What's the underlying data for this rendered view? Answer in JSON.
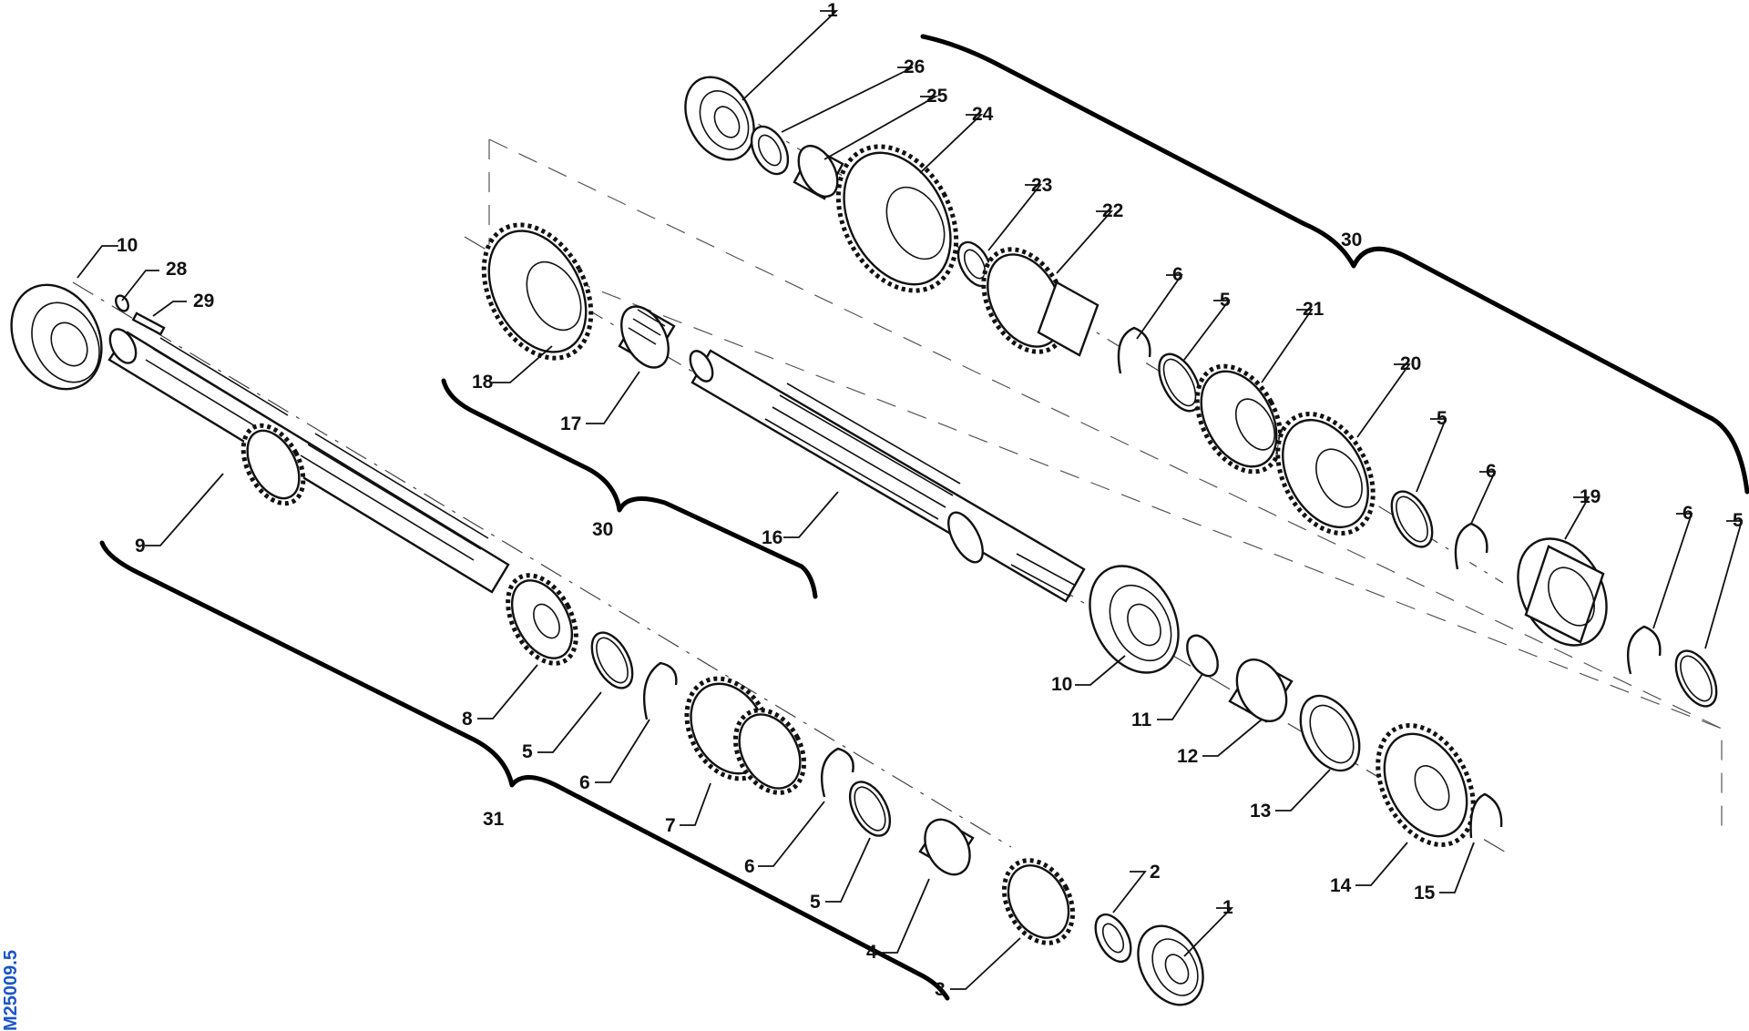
{
  "drawing_code": "M25009.5",
  "colors": {
    "line": "#111111",
    "code_text": "#1a55c7",
    "background": "#ffffff"
  },
  "callouts": {
    "c1a": "1",
    "c1b": "1",
    "c2": "2",
    "c3": "3",
    "c4": "4",
    "c5a": "5",
    "c5b": "5",
    "c5c": "5",
    "c5d": "5",
    "c5e": "5",
    "c6a": "6",
    "c6b": "6",
    "c6c": "6",
    "c6d": "6",
    "c6e": "6",
    "c7": "7",
    "c8": "8",
    "c9": "9",
    "c10a": "10",
    "c10b": "10",
    "c11": "11",
    "c12": "12",
    "c13": "13",
    "c14": "14",
    "c15": "15",
    "c16": "16",
    "c17": "17",
    "c18": "18",
    "c19": "19",
    "c20": "20",
    "c21": "21",
    "c22": "22",
    "c23": "23",
    "c24": "24",
    "c25": "25",
    "c26": "26",
    "c28": "28",
    "c29": "29",
    "c30a": "30",
    "c30b": "30",
    "c31": "31"
  }
}
